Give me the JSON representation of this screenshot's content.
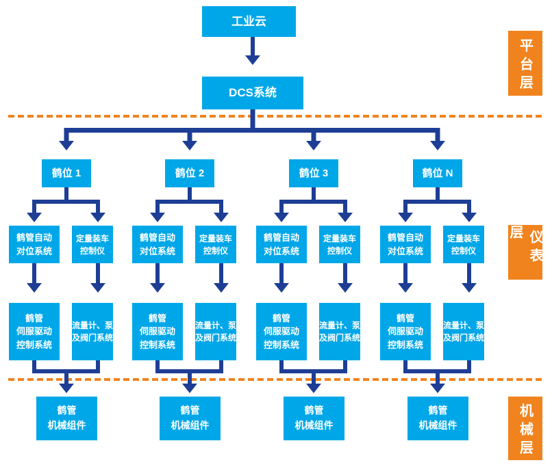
{
  "colors": {
    "node_box": "#00A7E8",
    "connector_blue": "#1D3E94",
    "layer_orange": "#F0831E",
    "box_text": "#FFFFFF"
  },
  "top": {
    "cloud_label": "工业云",
    "dcs_label": "DCS系统"
  },
  "layer_labels": {
    "platform": "平台层",
    "instrument": "仪表层",
    "mechanical": "机械层"
  },
  "branches": [
    {
      "title": "鹤位 1",
      "auto_align": "鹤管自动\n对位系统",
      "loading_controller": "定量装车\n控制仪",
      "servo_drive": "鹤管\n伺服驱动\n控制系统",
      "flow_pump_valve": "流量计、泵\n及阀门系统",
      "mechanical": "鹤管\n机械组件"
    },
    {
      "title": "鹤位 2",
      "auto_align": "鹤管自动\n对位系统",
      "loading_controller": "定量装车\n控制仪",
      "servo_drive": "鹤管\n伺服驱动\n控制系统",
      "flow_pump_valve": "流量计、泵\n及阀门系统",
      "mechanical": "鹤管\n机械组件"
    },
    {
      "title": "鹤位 3",
      "auto_align": "鹤管自动\n对位系统",
      "loading_controller": "定量装车\n控制仪",
      "servo_drive": "鹤管\n伺服驱动\n控制系统",
      "flow_pump_valve": "流量计、泵\n及阀门系统",
      "mechanical": "鹤管\n机械组件"
    },
    {
      "title": "鹤位 N",
      "auto_align": "鹤管自动\n对位系统",
      "loading_controller": "定量装车\n控制仪",
      "servo_drive": "鹤管\n伺服驱动\n控制系统",
      "flow_pump_valve": "流量计、泵\n及阀门系统",
      "mechanical": "鹤管\n机械组件"
    }
  ]
}
